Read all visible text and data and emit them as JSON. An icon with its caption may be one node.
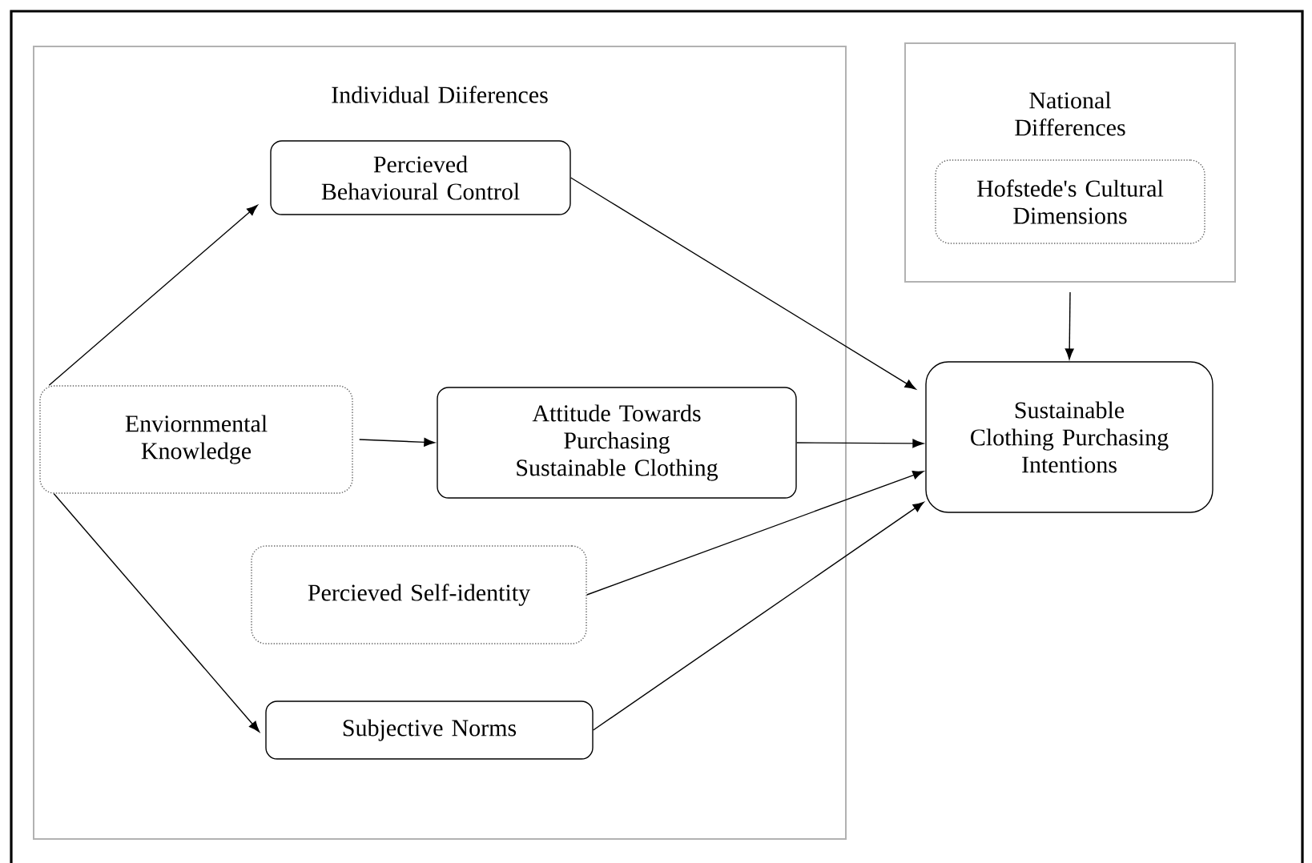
{
  "diagram": {
    "nodes": [
      {
        "text": [
          "Individual Diiferences"
        ]
      },
      {
        "text": [
          "Percieved Behavioural Control"
        ],
        "in": 0
      },
      {
        "text": [
          "Enviornmental Knowledge"
        ],
        "in": 0
      },
      {
        "text": [
          "Attitude Towards Purchasing Sustainable Clothing"
        ],
        "in": 0
      },
      {
        "text": [
          "Percieved Self-identity"
        ],
        "in": 0
      },
      {
        "text": [
          "Subjective Norms"
        ],
        "in": 0
      },
      {
        "text": [
          "National Differences"
        ]
      },
      {
        "text": [
          "Hofstede's Cultural Dimensions"
        ],
        "in": 6
      },
      {
        "text": [
          "Sustainable Clothing Purchasing Intentions"
        ]
      }
    ],
    "edges": [
      {
        "from": 2,
        "to": 1,
        "arrow": "to"
      },
      {
        "from": 2,
        "to": 3,
        "arrow": "to"
      },
      {
        "from": 2,
        "to": 5,
        "arrow": "to"
      },
      {
        "from": 1,
        "to": 8,
        "arrow": "to"
      },
      {
        "from": 3,
        "to": 8,
        "arrow": "to"
      },
      {
        "from": 4,
        "to": 8,
        "arrow": "to"
      },
      {
        "from": 5,
        "to": 8,
        "arrow": "to"
      },
      {
        "from": 6,
        "to": 8,
        "arrow": "to"
      }
    ]
  }
}
